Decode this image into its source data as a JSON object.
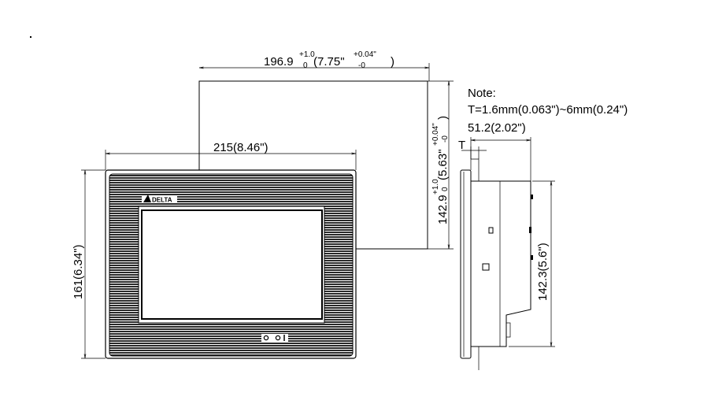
{
  "cutout": {
    "width_value": "196.9",
    "width_tol_plus": "+1.0",
    "width_tol_minus": "0",
    "width_inch": "(7.75\"",
    "width_inch_tol_plus": "+0.04\"",
    "width_inch_tol_minus": "-0",
    "width_close": ")",
    "height_value": "142.9",
    "height_tol_plus": "+1.0",
    "height_tol_minus": "0",
    "height_inch": "(5.63\"",
    "height_inch_tol_plus": "+0.04\"",
    "height_inch_tol_minus": "-0",
    "height_close": ")"
  },
  "front": {
    "width_label": "215(8.46\")",
    "height_label": "161(6.34\")",
    "logo_text": "DELTA"
  },
  "side": {
    "note_title": "Note:",
    "note_text": "T=1.6mm(0.063\")~6mm(0.24\")",
    "depth_label": "51.2(2.02\")",
    "thickness_label": "T",
    "height_label": "142.3(5.6\")"
  }
}
